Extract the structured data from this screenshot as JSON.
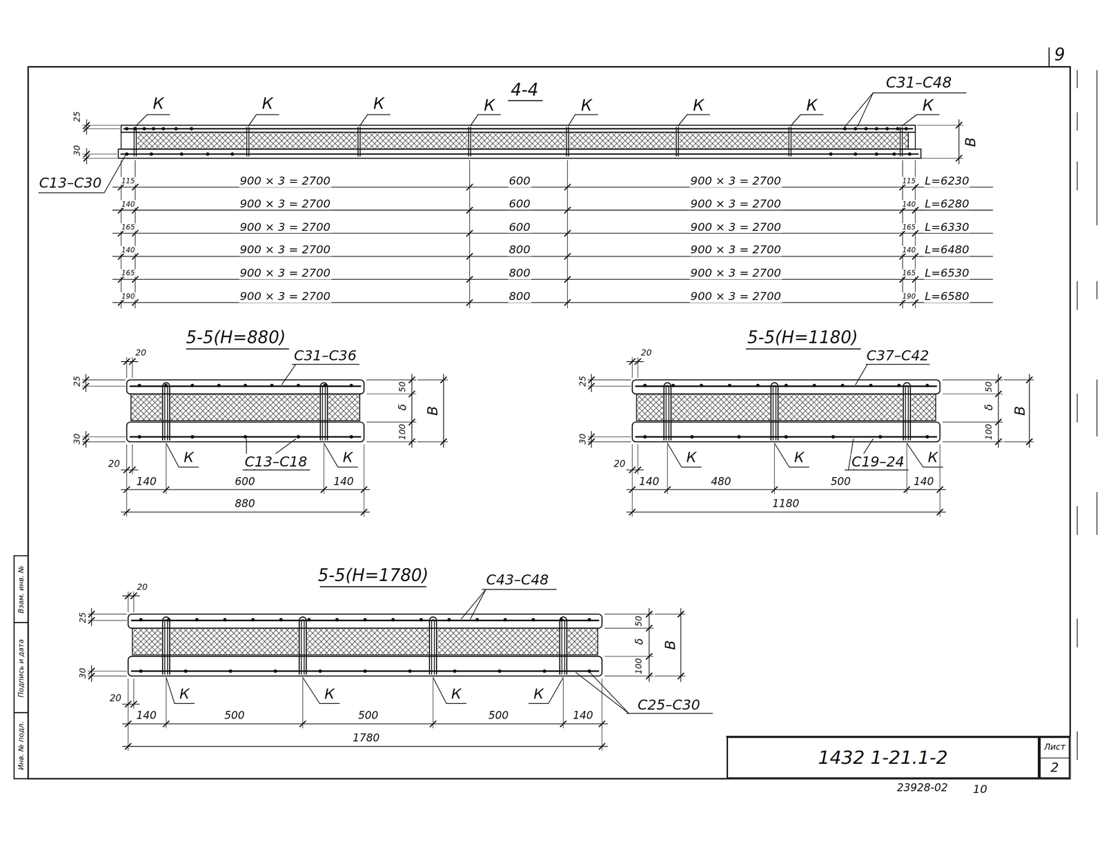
{
  "diagram": {
    "nodes": [
      {
        "text": [
          "1432 1-21.1-2"
        ]
      },
      {
        "text": [
          "Лист",
          "2"
        ]
      }
    ],
    "labels": [
      "4-4",
      "К",
      "К",
      "К",
      "К",
      "К",
      "К",
      "К",
      "К",
      "С31–С48",
      "С13–С30",
      "25",
      "30",
      "В",
      "115",
      "900 × 3 = 2700",
      "600",
      "900 × 3 = 2700",
      "115",
      "L=6230",
      "140",
      "900 × 3 = 2700",
      "600",
      "900 × 3 = 2700",
      "140",
      "L=6280",
      "165",
      "900 × 3 = 2700",
      "600",
      "900 × 3 = 2700",
      "165",
      "L=6330",
      "140",
      "900 × 3 = 2700",
      "800",
      "900 × 3 = 2700",
      "140",
      "L=6480",
      "165",
      "900 × 3 = 2700",
      "800",
      "900 × 3 = 2700",
      "165",
      "L=6530",
      "190",
      "900 × 3 = 2700",
      "800",
      "900 × 3 = 2700",
      "190",
      "L=6580",
      "5-5(Н=880)",
      "20",
      "25",
      "30",
      "20",
      "С31–С36",
      "50",
      "δ",
      "100",
      "В",
      "К",
      "С13–С18",
      "К",
      "140",
      "600",
      "140",
      "880",
      "5-5(Н=1180)",
      "20",
      "25",
      "30",
      "20",
      "С37–С42",
      "50",
      "δ",
      "100",
      "В",
      "К",
      "К",
      "С19–24",
      "К",
      "140",
      "480",
      "500",
      "140",
      "1180",
      "5-5(Н=1780)",
      "20",
      "25",
      "30",
      "20",
      "С43–С48",
      "50",
      "δ",
      "100",
      "В",
      "К",
      "К",
      "К",
      "К",
      "С25–С30",
      "140",
      "500",
      "500",
      "500",
      "140",
      "1780",
      "9",
      "23928-02",
      "10",
      "Взам. инв. №",
      "Подпись и дата",
      "Инв. № подл."
    ]
  }
}
